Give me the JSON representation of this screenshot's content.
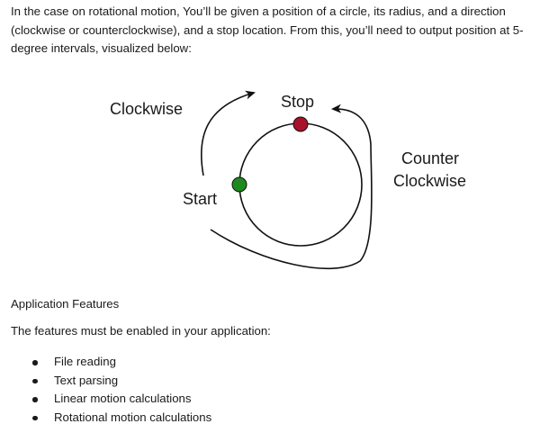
{
  "intro_text": "In the case on rotational motion, You’ll be given a position of a circle, its radius, and a direction (clockwise or counterclockwise), and a stop location. From this, you’ll need to output position at 5-degree intervals, visualized below:",
  "diagram": {
    "clockwise_label": "Clockwise",
    "stop_label": "Stop",
    "start_label": "Start",
    "counter_label_line1": "Counter",
    "counter_label_line2": "Clockwise",
    "start_color": "#1e8a1e",
    "stop_color": "#a8112a"
  },
  "features": {
    "heading": "Application Features",
    "intro": "The features must be enabled in your application:",
    "items": [
      "File reading",
      "Text parsing",
      "Linear motion calculations",
      "Rotational motion calculations"
    ]
  }
}
